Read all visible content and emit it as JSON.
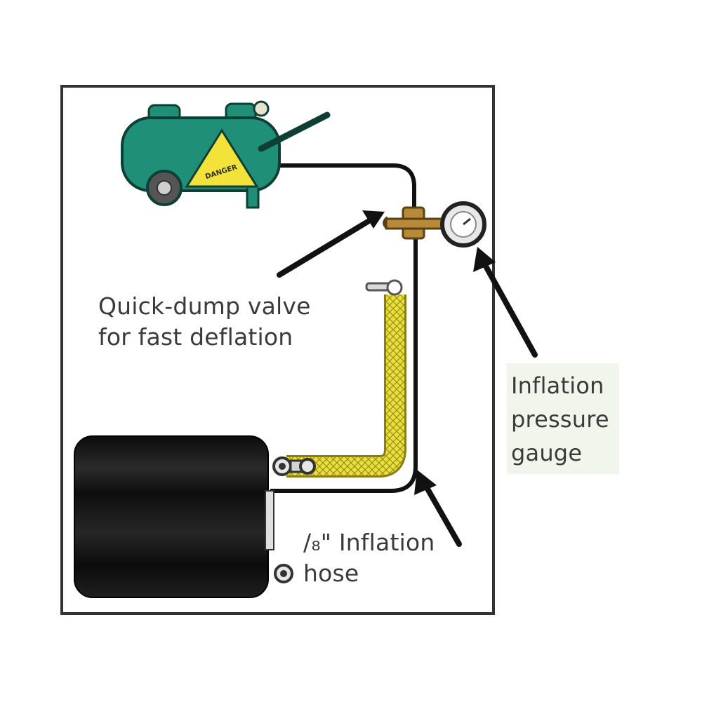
{
  "labels": {
    "valve": [
      "Quick-dump valve",
      "for fast deflation"
    ],
    "gauge": [
      "Inflation",
      "pressure",
      "gauge"
    ],
    "hose": [
      "/₈\" Inflation",
      "hose"
    ]
  },
  "compressor": {
    "warning_text": "DANGER"
  },
  "colors": {
    "compressor_body": "#1f8f78",
    "warning_triangle": "#f3e23a",
    "hose_yellow": "#e6dd3c",
    "plug_black": "#111111",
    "valve_bronze": "#b78a3a",
    "frame": "#333333"
  }
}
